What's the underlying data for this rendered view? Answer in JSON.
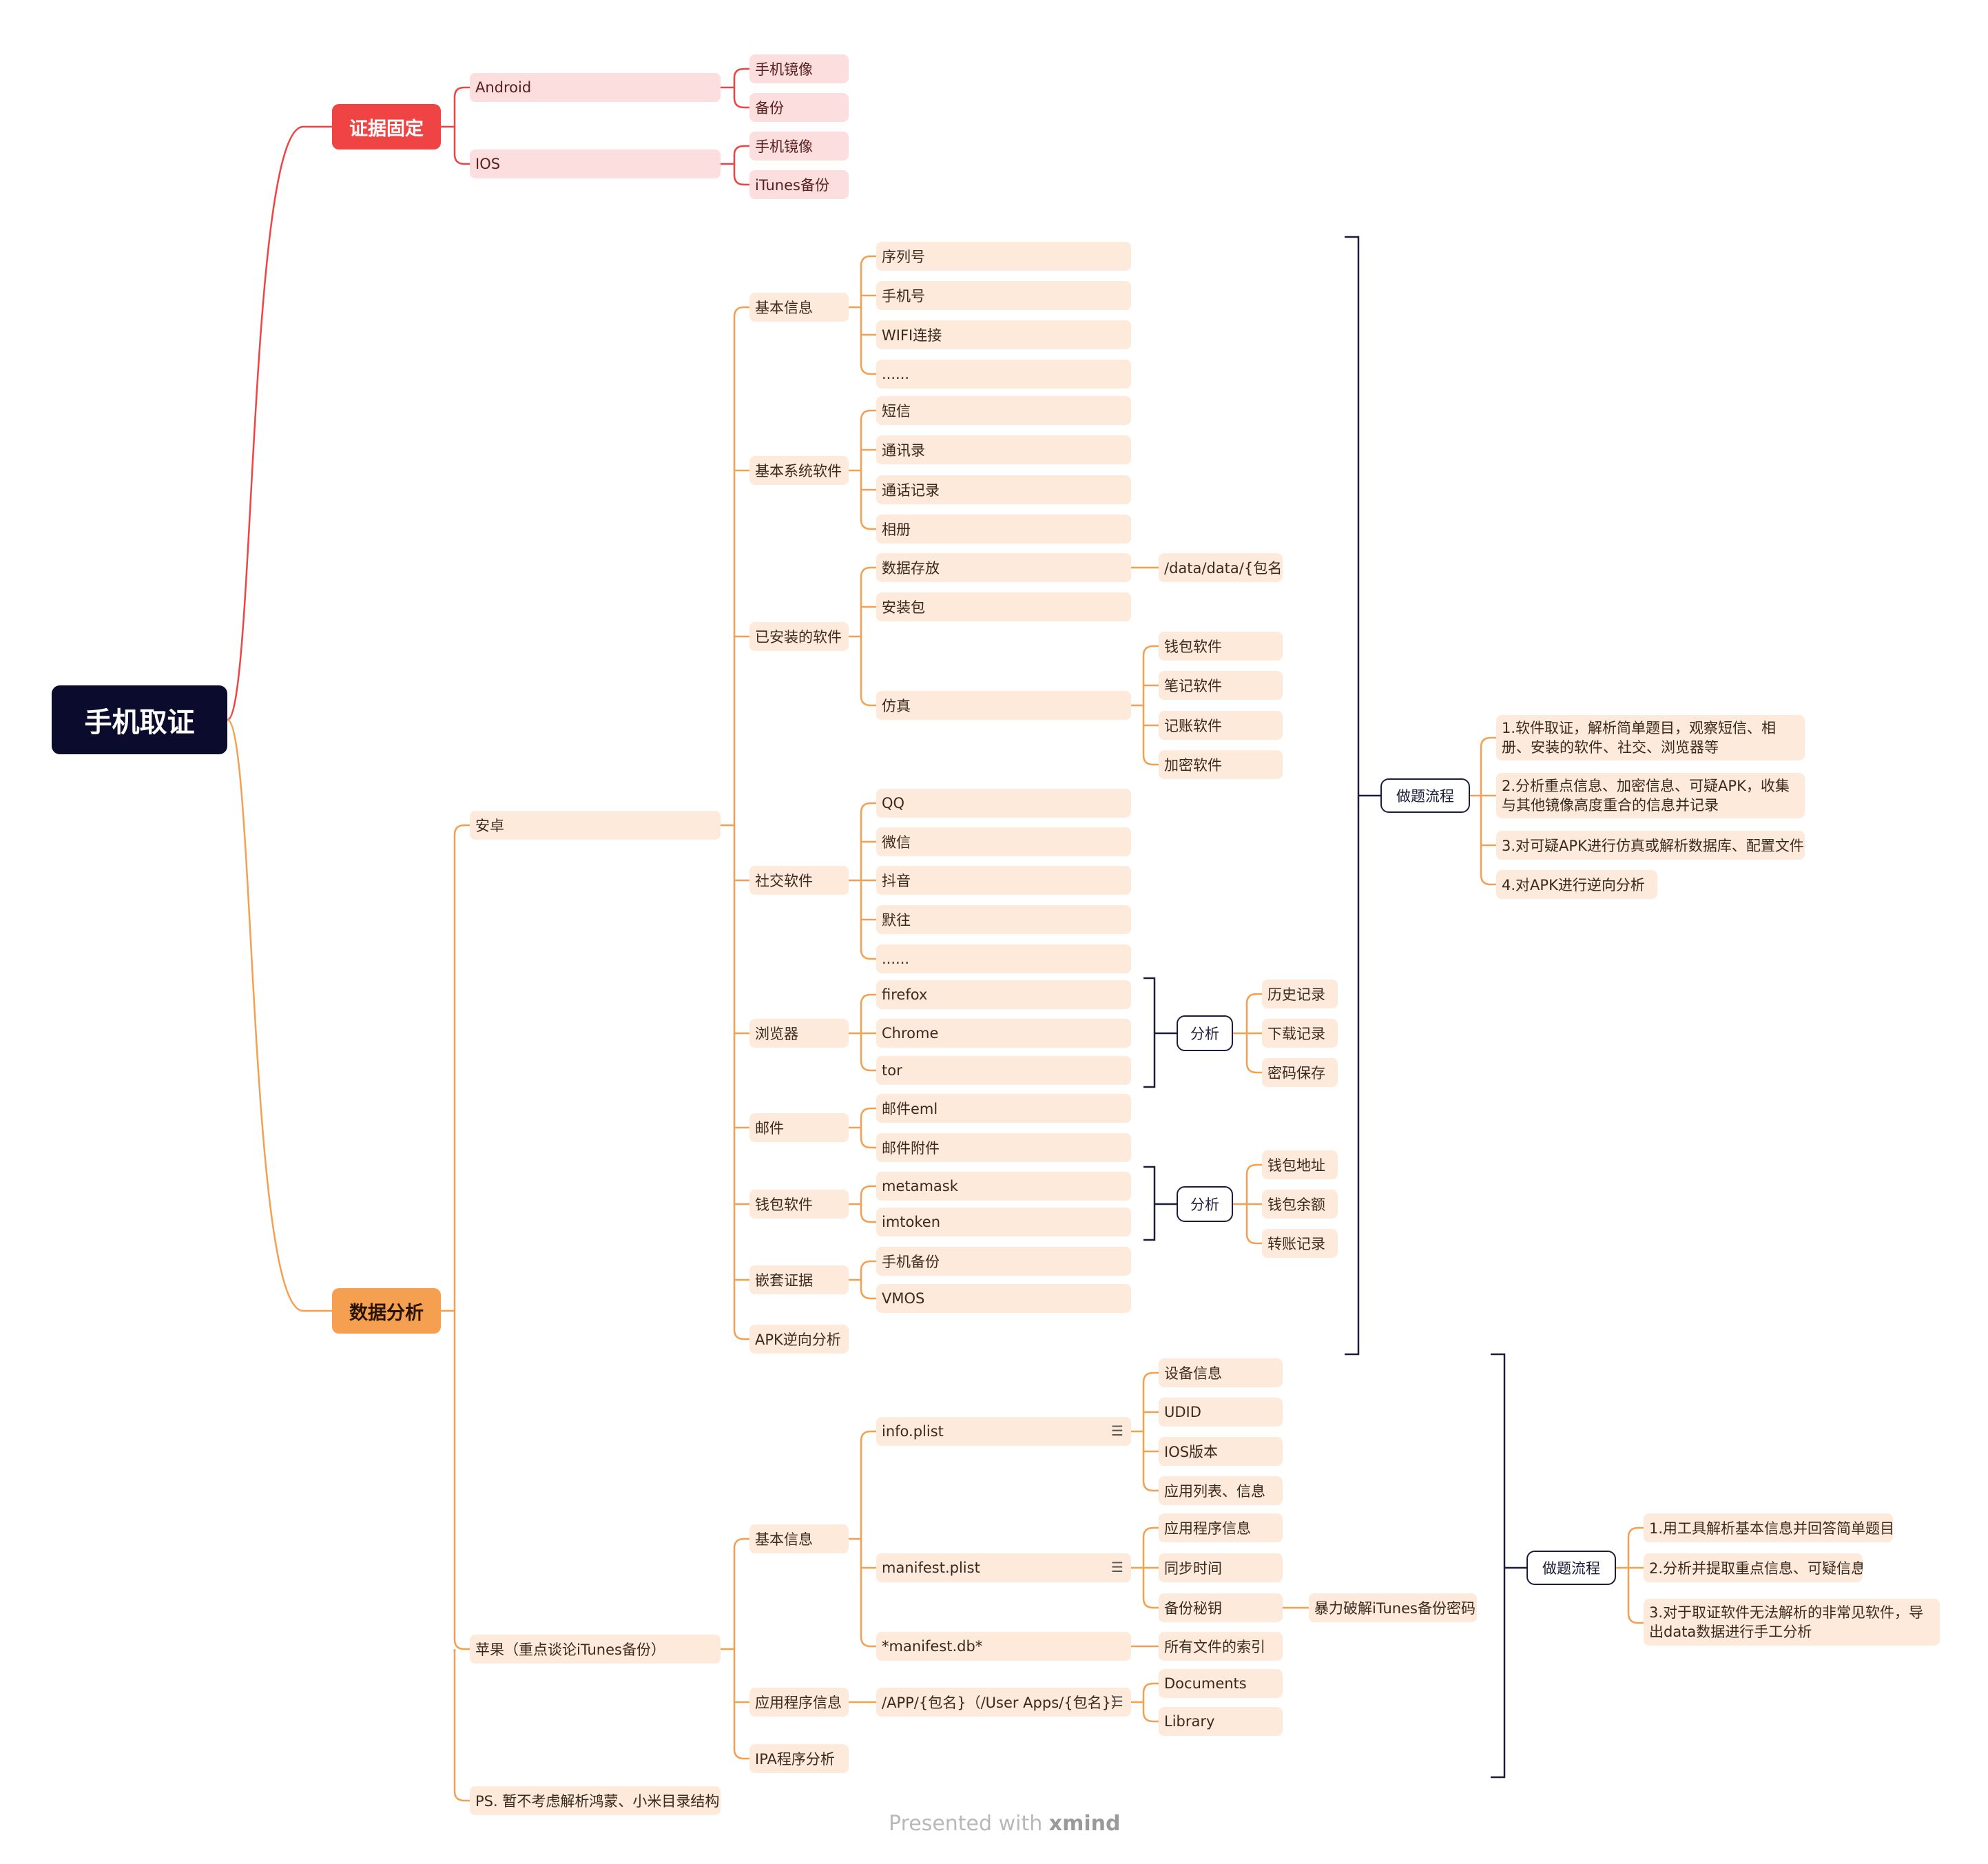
{
  "root": "手机取证",
  "branches": {
    "evidence": {
      "label": "证据固定",
      "android": {
        "label": "Android",
        "items": [
          "手机镜像",
          "备份"
        ]
      },
      "ios": {
        "label": "IOS",
        "items": [
          "手机镜像",
          "iTunes备份"
        ]
      }
    },
    "analysis": {
      "label": "数据分析",
      "android": {
        "label": "安卓",
        "basic_info": {
          "label": "基本信息",
          "items": [
            "序列号",
            "手机号",
            "WIFI连接",
            "......"
          ]
        },
        "system_apps": {
          "label": "基本系统软件",
          "items": [
            "短信",
            "通讯录",
            "通话记录",
            "相册"
          ]
        },
        "installed": {
          "label": "已安装的软件",
          "data_store": "数据存放",
          "data_path": "/data/data/{包名}",
          "apk": "安装包",
          "emulate": "仿真",
          "emulate_items": [
            "钱包软件",
            "笔记软件",
            "记账软件",
            "加密软件"
          ]
        },
        "social": {
          "label": "社交软件",
          "items": [
            "QQ",
            "微信",
            "抖音",
            "默往",
            "......"
          ]
        },
        "browser": {
          "label": "浏览器",
          "items": [
            "firefox",
            "Chrome",
            "tor"
          ],
          "analysis_label": "分析",
          "analysis_items": [
            "历史记录",
            "下载记录",
            "密码保存"
          ]
        },
        "mail": {
          "label": "邮件",
          "items": [
            "邮件eml",
            "邮件附件"
          ]
        },
        "wallet": {
          "label": "钱包软件",
          "items": [
            "metamask",
            "imtoken"
          ],
          "analysis_label": "分析",
          "analysis_items": [
            "钱包地址",
            "钱包余额",
            "转账记录"
          ]
        },
        "nested": {
          "label": "嵌套证据",
          "items": [
            "手机备份",
            "VMOS"
          ]
        },
        "apk_reverse": "APK逆向分析",
        "workflow": {
          "label": "做题流程",
          "steps": [
            "1.软件取证，解析简单题目，观察短信、相册、安装的软件、社交、浏览器等",
            "2.分析重点信息、加密信息、可疑APK，收集与其他镜像高度重合的信息并记录",
            "3.对可疑APK进行仿真或解析数据库、配置文件",
            "4.对APK进行逆向分析"
          ]
        }
      },
      "apple": {
        "label": "苹果（重点谈论iTunes备份）",
        "basic_info": {
          "label": "基本信息",
          "info_plist": {
            "label": "info.plist",
            "items": [
              "设备信息",
              "UDID",
              "IOS版本",
              "应用列表、信息"
            ]
          },
          "manifest_plist": {
            "label": "manifest.plist",
            "items": [
              "应用程序信息",
              "同步时间",
              "备份秘钥"
            ],
            "crack": "暴力破解iTunes备份密码"
          },
          "manifest_db": {
            "label": "*manifest.db*",
            "item": "所有文件的索引"
          }
        },
        "app_info": {
          "label": "应用程序信息",
          "path": {
            "label": "/APP/{包名}（/User Apps/{包名}）",
            "items": [
              "Documents",
              "Library"
            ]
          }
        },
        "ipa": "IPA程序分析",
        "workflow": {
          "label": "做题流程",
          "steps": [
            "1.用工具解析基本信息并回答简单题目",
            "2.分析并提取重点信息、可疑信息",
            "3.对于取证软件无法解析的非常见软件，导出data数据进行手工分析"
          ]
        }
      },
      "ps": "PS. 暂不考虑解析鸿蒙、小米目录结构"
    }
  },
  "note_icon": "note-lines-icon",
  "footer": {
    "prefix": "Presented with ",
    "brand": "xmind"
  },
  "colors": {
    "red": "#f04444",
    "orange": "#f5a050",
    "navy": "#0b0b2e",
    "pink": "#fcdede",
    "peach": "#fdeadb"
  }
}
